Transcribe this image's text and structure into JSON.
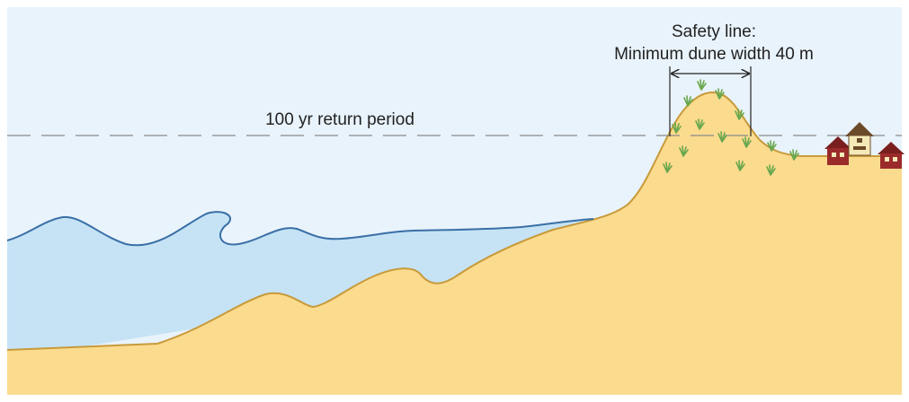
{
  "diagram": {
    "safety_label_line1": "Safety line:",
    "safety_label_line2": "Minimum dune width 40 m",
    "return_period_label": "100 yr return period"
  },
  "colors": {
    "sky": "#e9f3fb",
    "sea": "#c5e3f5",
    "sea_line": "#3a6fa6",
    "sand": "#fbdb8e",
    "sand_line": "#c89a3a",
    "grass": "#6aa84f",
    "house_red": "#9b2b2b",
    "house_cream": "#f6e9b8",
    "dashed_line": "#8a8a8a"
  },
  "icons": [
    "grass-tuft-icon",
    "red-house-icon",
    "cream-house-icon",
    "dimension-arrow-icon"
  ]
}
